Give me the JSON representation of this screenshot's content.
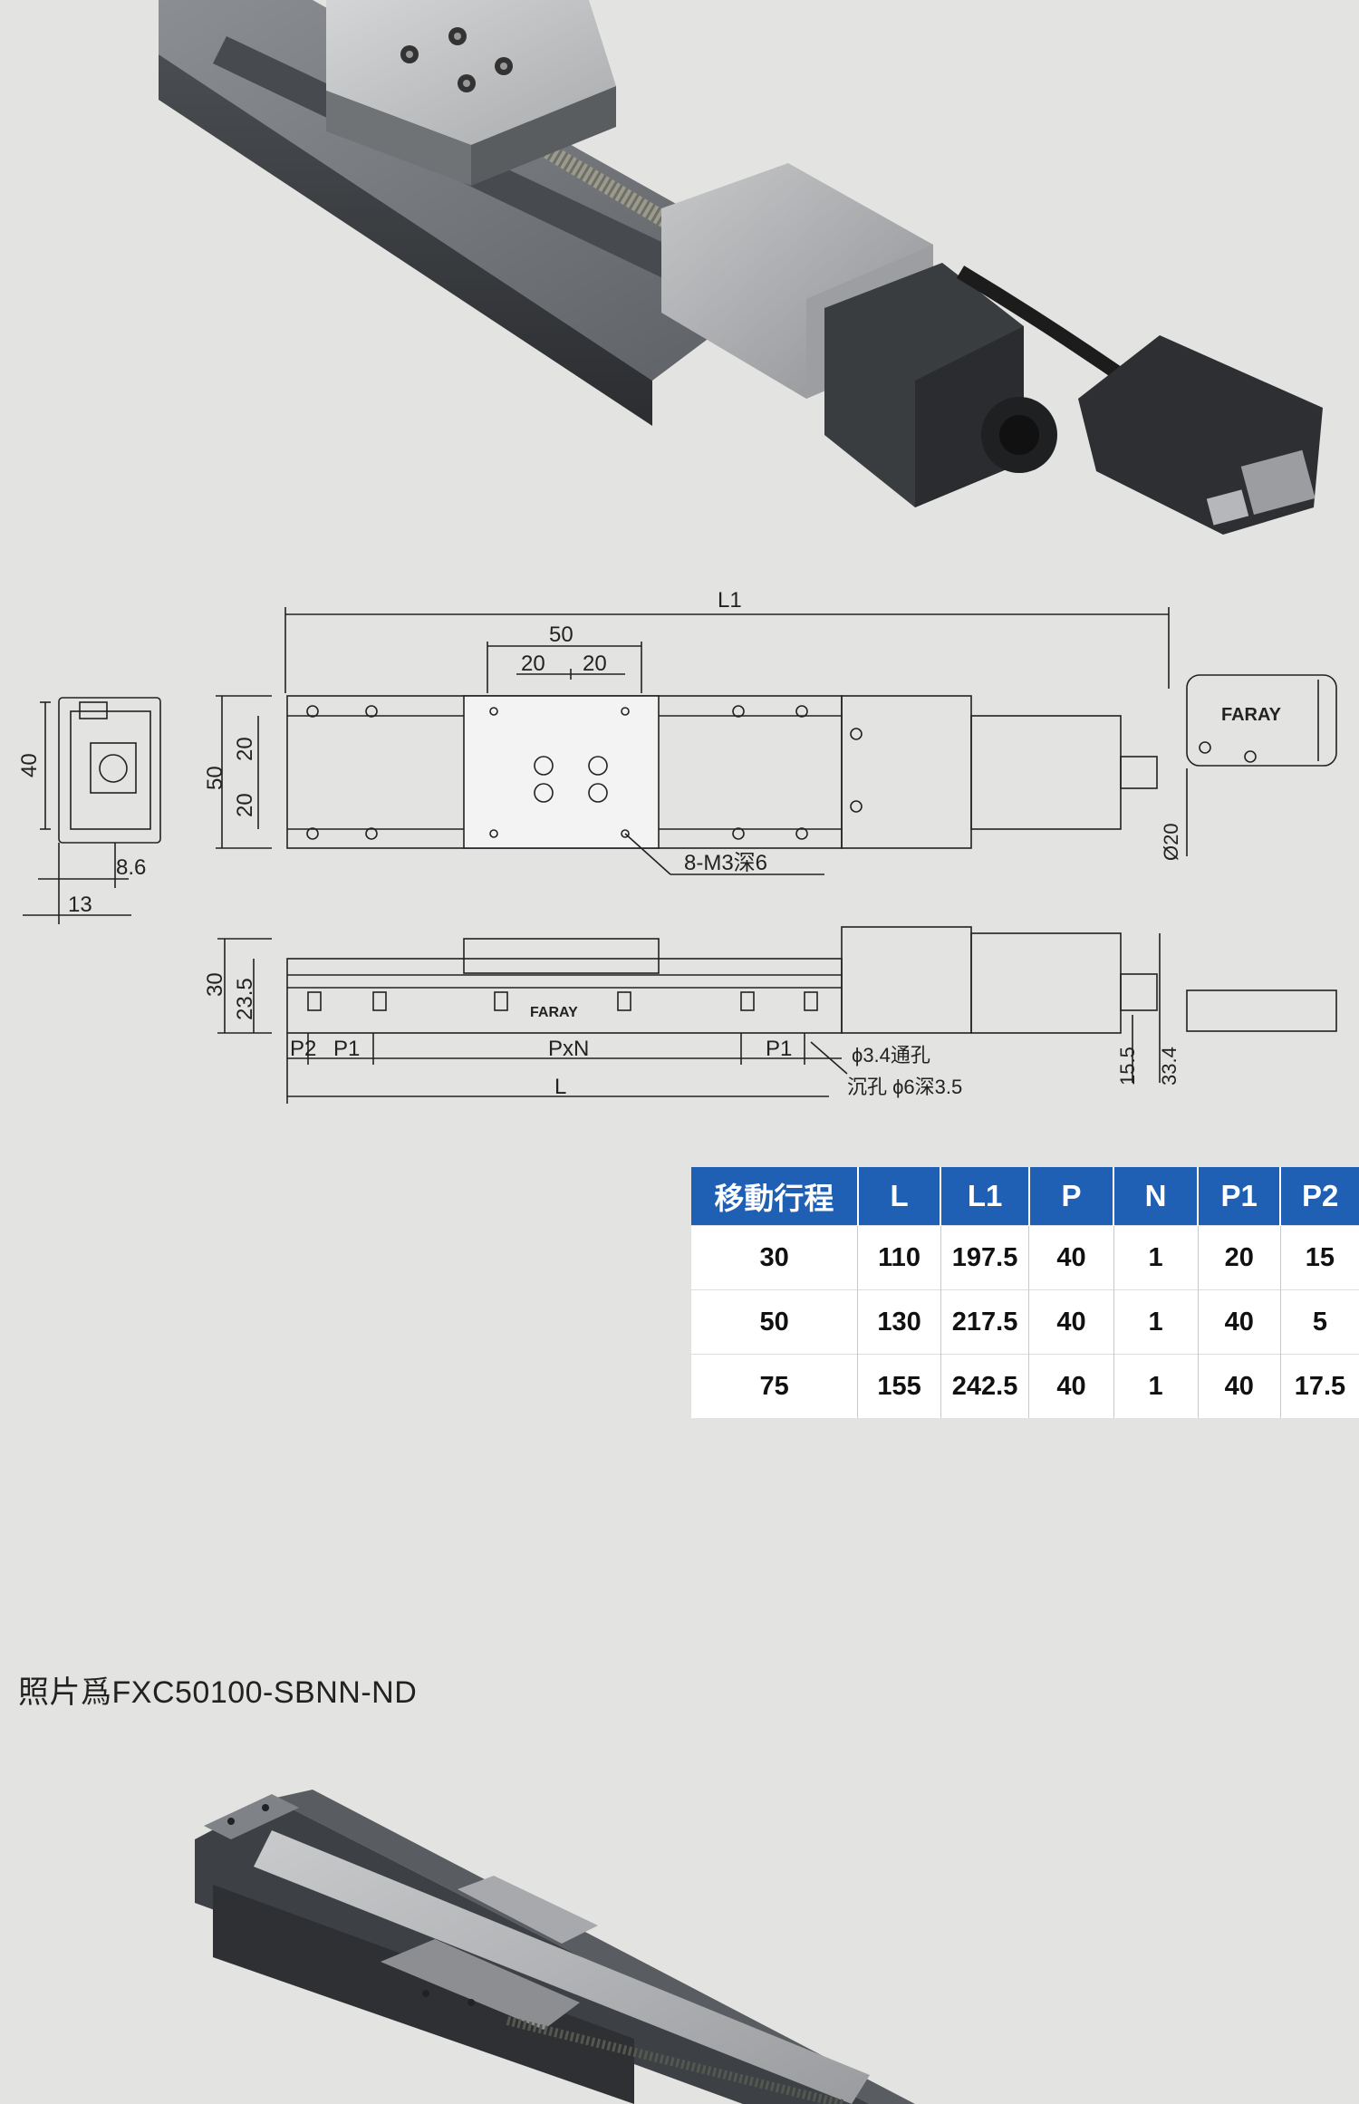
{
  "drawing": {
    "labels": {
      "L1": "L1",
      "w50": "50",
      "w20a": "20",
      "w20b": "20",
      "h40": "40",
      "h50": "50",
      "h20a": "20",
      "h20b": "20",
      "d86": "8.6",
      "d13": "13",
      "tapped": "8-M3深6",
      "dia20": "Ø20",
      "brand_top": "FARAY",
      "brand_side": "FARAY",
      "h30": "30",
      "h235": "23.5",
      "P2": "P2",
      "P1a": "P1",
      "PxN": "PxN",
      "P1b": "P1",
      "L": "L",
      "hole1": "ϕ3.4通孔",
      "hole2": "沉孔 ϕ6深3.5",
      "h155": "15.5",
      "h334": "33.4"
    }
  },
  "table": {
    "headers": [
      "移動行程",
      "L",
      "L1",
      "P",
      "N",
      "P1",
      "P2"
    ],
    "rows": [
      [
        "30",
        "110",
        "197.5",
        "40",
        "1",
        "20",
        "15"
      ],
      [
        "50",
        "130",
        "217.5",
        "40",
        "1",
        "40",
        "5"
      ],
      [
        "75",
        "155",
        "242.5",
        "40",
        "1",
        "40",
        "17.5"
      ]
    ]
  },
  "caption": "照片爲FXC50100-SBNN-ND",
  "colors": {
    "background": "#e3e3e1",
    "table_header": "#1f5fb4",
    "rail": "#6e7175",
    "motor": "#3a3d40"
  }
}
